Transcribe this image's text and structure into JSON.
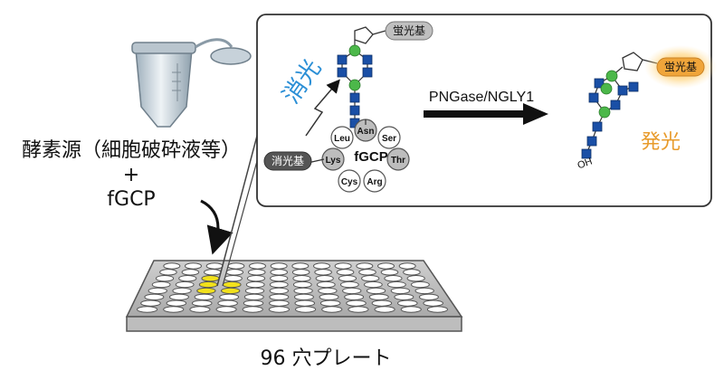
{
  "left": {
    "enzyme_line": "酵素源（細胞破砕液等）",
    "plus": "+",
    "probe": "fGCP"
  },
  "plate": {
    "label": "96 穴プレート",
    "rows": 8,
    "cols": 12,
    "highlight_color": "#f2e11c"
  },
  "panel": {
    "quench_text": "消光",
    "quench_text_color": "#2b8fd6",
    "fluor_pill": "蛍光基",
    "quencher_pill": "消光基",
    "enzyme": "PNGase/NGLY1",
    "emit_text": "発光",
    "emit_color": "#e89b2c",
    "oh_label": "OH",
    "probe_name": "fGCP",
    "peptide": [
      "Leu",
      "Asn",
      "Ser",
      "Thr",
      "Arg",
      "Cys",
      "Lys"
    ]
  },
  "colors": {
    "glcnac": "#1a4fa6",
    "mannose": "#4cb84a",
    "panel_border": "#333333"
  }
}
